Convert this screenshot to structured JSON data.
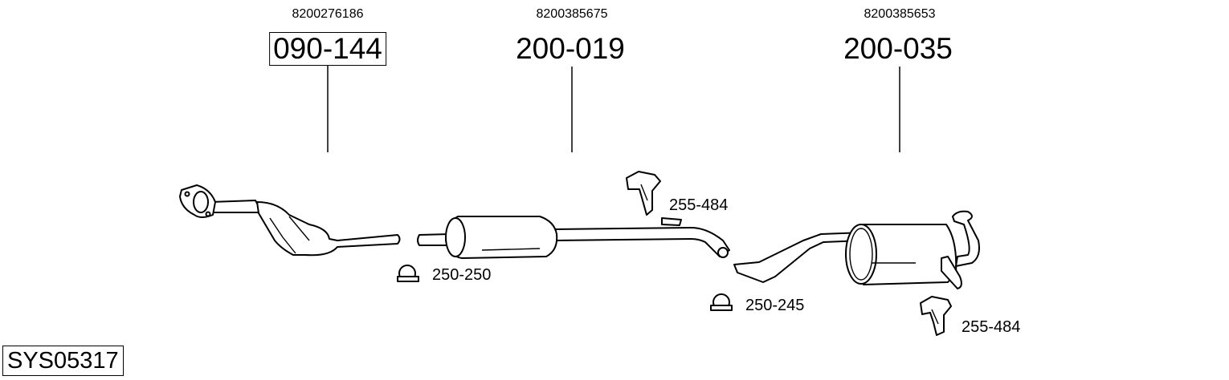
{
  "parts": [
    {
      "oe_number": "8200276186",
      "part_number": "090-144",
      "boxed": true
    },
    {
      "oe_number": "8200385675",
      "part_number": "200-019",
      "boxed": false
    },
    {
      "oe_number": "8200385653",
      "part_number": "200-035",
      "boxed": false
    }
  ],
  "accessories": [
    {
      "part_number": "255-484",
      "type": "rubber-hanger"
    },
    {
      "part_number": "250-250",
      "type": "clamp"
    },
    {
      "part_number": "250-245",
      "type": "clamp"
    },
    {
      "part_number": "255-484",
      "type": "rubber-hanger"
    }
  ],
  "system_id": "SYS05317"
}
